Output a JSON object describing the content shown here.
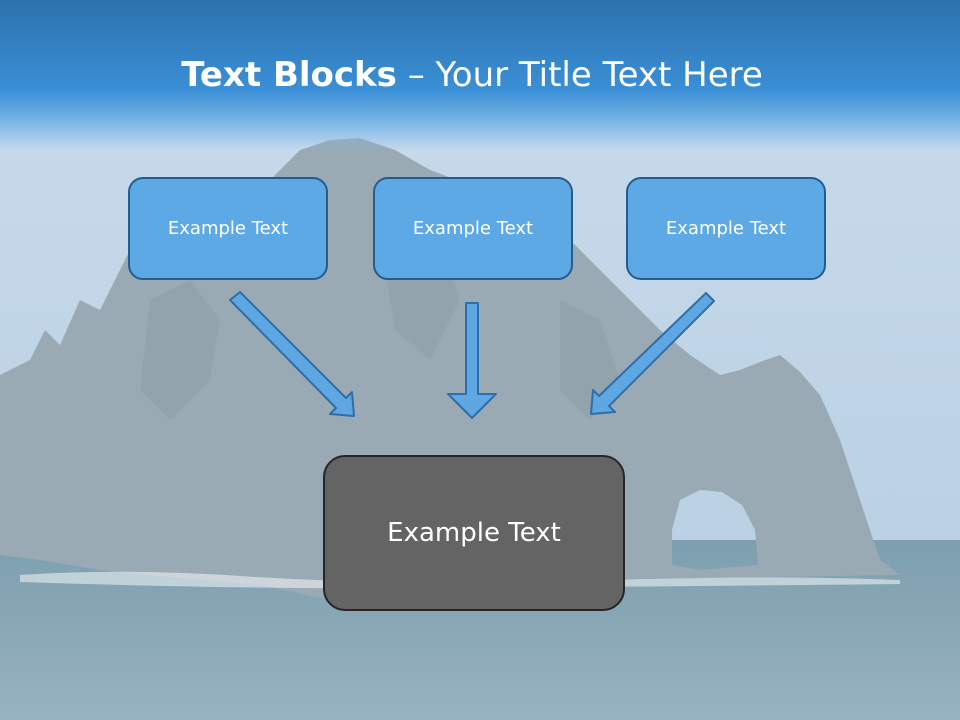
{
  "title": {
    "bold": "Text Blocks",
    "dash": " – ",
    "rest": "Your Title Text Here"
  },
  "blocks": [
    {
      "label": "Example Text"
    },
    {
      "label": "Example Text"
    },
    {
      "label": "Example Text"
    }
  ],
  "target": {
    "label": "Example Text"
  },
  "colors": {
    "title_bar": "#3a8fd6",
    "block_fill": "#5da9e6",
    "block_border": "#245c8f",
    "target_fill": "#646464",
    "target_border": "#262626",
    "arrow_fill": "#5ea7e2",
    "arrow_stroke": "#2f6ea6"
  }
}
